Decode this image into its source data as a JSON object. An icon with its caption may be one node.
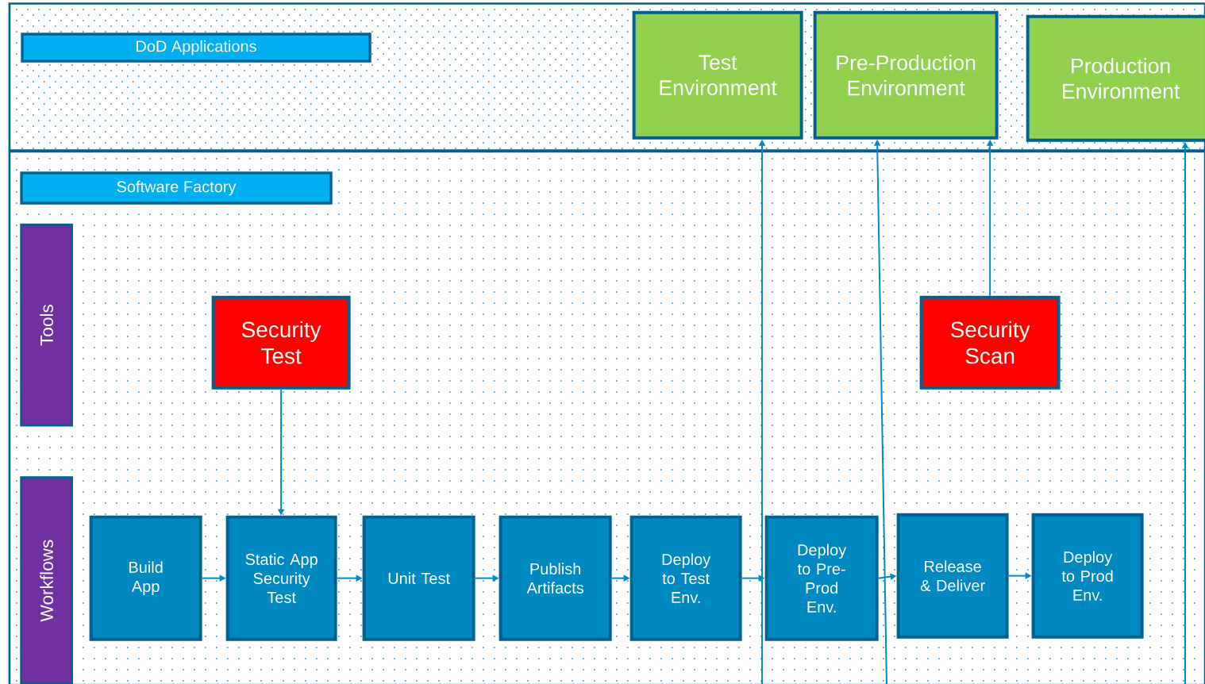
{
  "diagram": {
    "nodes": [
      {
        "text": [
          "DoD Applications"
        ]
      },
      {
        "text": [
          "Test Environment"
        ],
        "in": 0
      },
      {
        "text": [
          "Pre-Production Environment"
        ],
        "in": 0
      },
      {
        "text": [
          "Production Environment"
        ],
        "in": 0
      },
      {
        "text": [
          "Software Factory"
        ]
      },
      {
        "text": [
          "Tools"
        ],
        "in": 4
      },
      {
        "text": [
          "Security Test"
        ],
        "in": 4
      },
      {
        "text": [
          "Security Scan"
        ],
        "in": 4
      },
      {
        "text": [
          "Workflows"
        ],
        "in": 4
      },
      {
        "text": [
          "Build App"
        ],
        "in": 4
      },
      {
        "text": [
          "Static App Security Test"
        ],
        "in": 4
      },
      {
        "text": [
          "Unit Test"
        ],
        "in": 4
      },
      {
        "text": [
          "Publish Artifacts"
        ],
        "in": 4
      },
      {
        "text": [
          "Deploy to Test Env."
        ],
        "in": 4
      },
      {
        "text": [
          "Deploy to Pre-Prod Env."
        ],
        "in": 4
      },
      {
        "text": [
          "Release & Deliver"
        ],
        "in": 4
      },
      {
        "text": [
          "Deploy to Prod Env."
        ],
        "in": 4
      }
    ],
    "edges": [
      {
        "from": 6,
        "to": 10,
        "arrow": "to"
      },
      {
        "from": 9,
        "to": 10,
        "arrow": "to"
      },
      {
        "from": 10,
        "to": 11,
        "arrow": "to"
      },
      {
        "from": 11,
        "to": 12,
        "arrow": "to"
      },
      {
        "from": 12,
        "to": 13,
        "arrow": "to"
      },
      {
        "from": 13,
        "to": 14,
        "arrow": "to"
      },
      {
        "from": 14,
        "to": 15,
        "arrow": "to"
      },
      {
        "from": 15,
        "to": 16,
        "arrow": "to"
      },
      {
        "from": 7,
        "to": 2,
        "arrow": "to"
      },
      {
        "from": 4,
        "to": 1,
        "arrow": "to"
      },
      {
        "from": 4,
        "to": 2,
        "arrow": "to"
      },
      {
        "from": 4,
        "to": 3,
        "arrow": "to"
      }
    ]
  }
}
